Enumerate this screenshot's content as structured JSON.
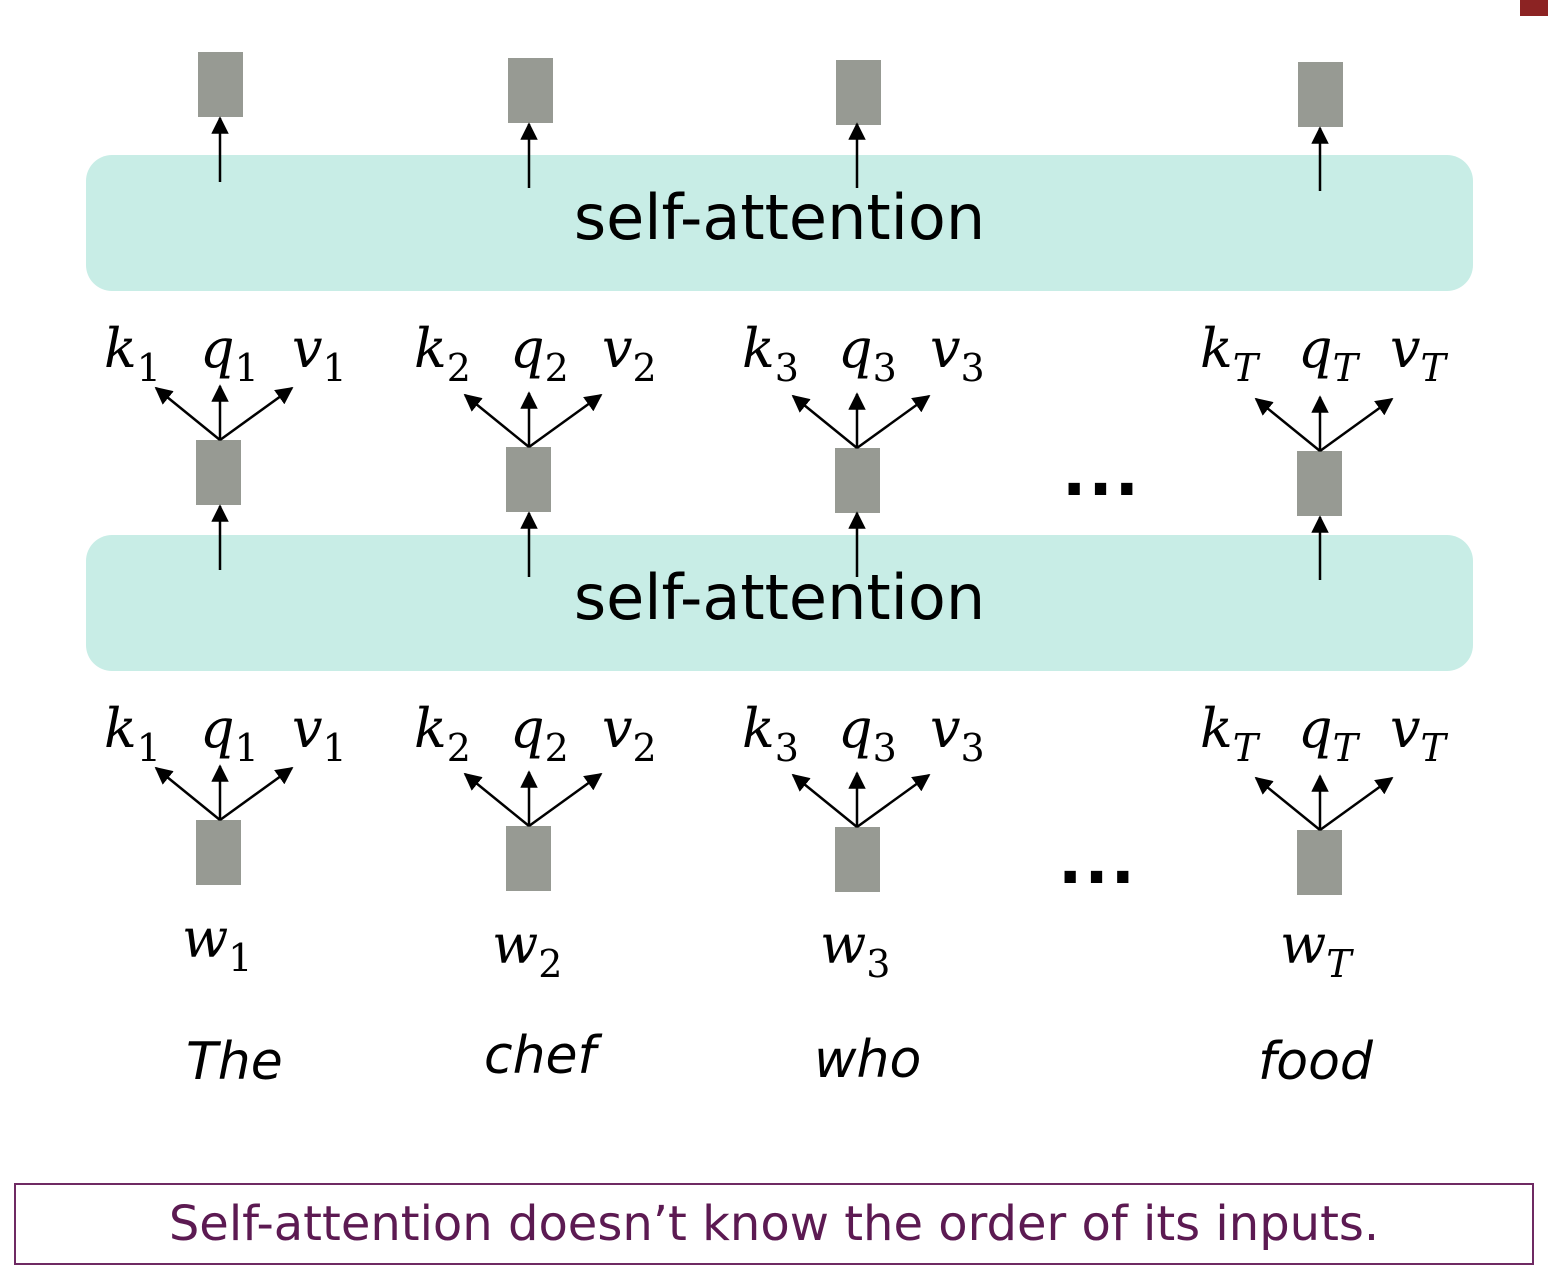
{
  "layers": [
    {
      "label": "self-attention"
    },
    {
      "label": "self-attention"
    }
  ],
  "columns": [
    {
      "k": "k",
      "q": "q",
      "v": "v",
      "sub": "1",
      "w": "w",
      "word": "The"
    },
    {
      "k": "k",
      "q": "q",
      "v": "v",
      "sub": "2",
      "w": "w",
      "word": "chef"
    },
    {
      "k": "k",
      "q": "q",
      "v": "v",
      "sub": "3",
      "w": "w",
      "word": "who"
    },
    {
      "k": "k",
      "q": "q",
      "v": "v",
      "sub": "T",
      "w": "w",
      "word": "food"
    }
  ],
  "ellipsis": "...",
  "caption": "Self-attention doesn’t know the order of its inputs.",
  "colors": {
    "band": "#c8ede6",
    "box": "#979a93",
    "caption_text": "#5c1a52",
    "caption_border": "#6f2a63"
  }
}
